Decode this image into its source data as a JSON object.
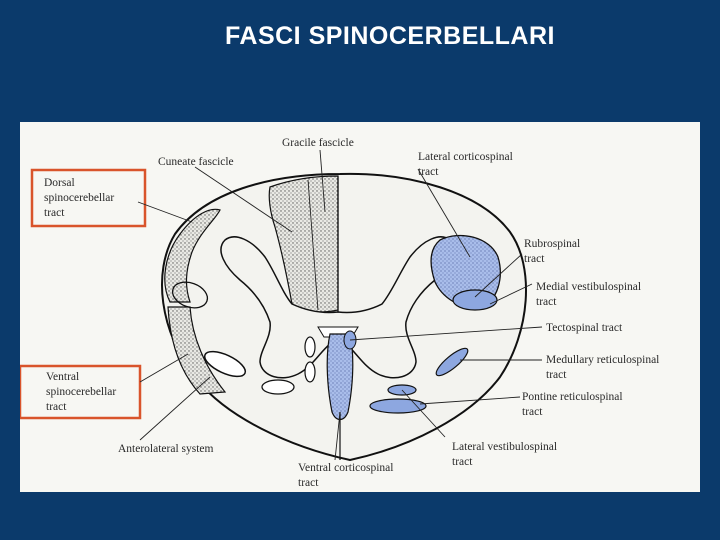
{
  "slide": {
    "title": "FASCI SPINOCERBELLARI"
  },
  "labels": {
    "gracile": "Gracile fascicle",
    "cuneate": "Cuneate fascicle",
    "dorsal": [
      "Dorsal",
      "spinocerebellar",
      "tract"
    ],
    "ventral": [
      "Ventral",
      "spinocerebellar",
      "tract"
    ],
    "anterolateral": "Anterolateral system",
    "lateral_cs": [
      "Lateral corticospinal",
      "tract"
    ],
    "rubrospinal": [
      "Rubrospinal",
      "tract"
    ],
    "medial_vs": [
      "Medial vestibulospinal",
      "tract"
    ],
    "tectospinal": "Tectospinal tract",
    "medullary_rs": [
      "Medullary reticulospinal",
      "tract"
    ],
    "pontine_rs": [
      "Pontine reticulospinal",
      "tract"
    ],
    "lateral_vs": [
      "Lateral vestibulospinal",
      "tract"
    ],
    "ventral_cs": [
      "Ventral corticospinal",
      "tract"
    ]
  },
  "colors": {
    "slide_background": "#0b3a6b",
    "highlight_box": "#d9542b",
    "tract_fill": "#9db3e6",
    "dotted_fill": "#bdbdbd"
  }
}
